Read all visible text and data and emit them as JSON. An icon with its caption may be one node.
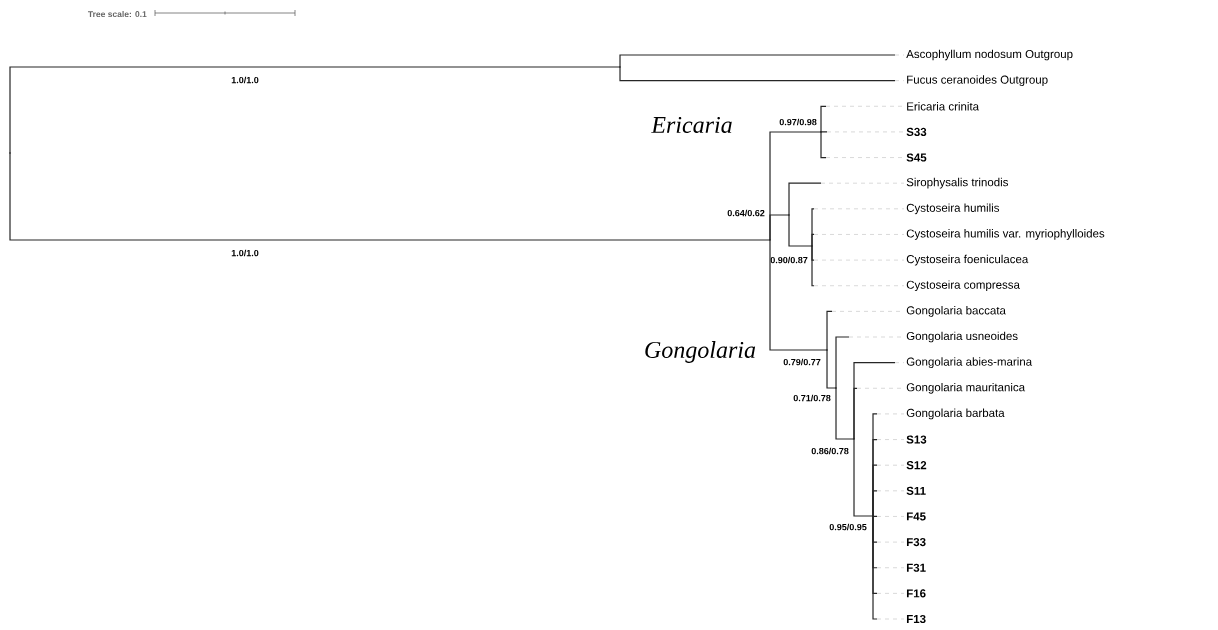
{
  "diagram": {
    "nodes": [
      {
        "text": [
          "Ascophyllum nodosum Outgroup"
        ]
      },
      {
        "text": [
          "Fucus ceranoides Outgroup"
        ]
      },
      {
        "text": [
          "Ericaria crinita"
        ]
      },
      {
        "text": [
          "S33"
        ]
      },
      {
        "text": [
          "S45"
        ]
      },
      {
        "text": [
          "Sirophysalis trinodis"
        ]
      },
      {
        "text": [
          "Cystoseira humilis"
        ]
      },
      {
        "text": [
          "Cystoseira humilis var. myriophylloides"
        ]
      },
      {
        "text": [
          "Cystoseira foeniculacea"
        ]
      },
      {
        "text": [
          "Cystoseira compressa"
        ]
      },
      {
        "text": [
          "Gongolaria baccata"
        ]
      },
      {
        "text": [
          "Gongolaria usneoides"
        ]
      },
      {
        "text": [
          "Gongolaria abies-marina"
        ]
      },
      {
        "text": [
          "Gongolaria mauritanica"
        ]
      },
      {
        "text": [
          "Gongolaria barbata"
        ]
      },
      {
        "text": [
          "S13"
        ]
      },
      {
        "text": [
          "S12"
        ]
      },
      {
        "text": [
          "S11"
        ]
      },
      {
        "text": [
          "F45"
        ]
      },
      {
        "text": [
          "F33"
        ]
      },
      {
        "text": [
          "F31"
        ]
      },
      {
        "text": [
          "F16"
        ]
      },
      {
        "text": [
          "F13"
        ]
      },
      {
        "text": [],
        "shape": "point"
      },
      {
        "text": [],
        "shape": "point"
      },
      {
        "text": [],
        "shape": "point"
      },
      {
        "text": [],
        "shape": "point",
        "beside": [
          "0.97/0.98"
        ]
      },
      {
        "text": [],
        "shape": "point",
        "beside": [
          "0.64/0.62"
        ]
      },
      {
        "text": [],
        "shape": "point",
        "beside": [
          "0.90/0.87"
        ]
      },
      {
        "text": [],
        "shape": "point",
        "beside": [
          "0.79/0.77"
        ]
      },
      {
        "text": [],
        "shape": "point",
        "beside": [
          "0.71/0.78"
        ]
      },
      {
        "text": [],
        "shape": "point",
        "beside": [
          "0.86/0.78"
        ]
      },
      {
        "text": [],
        "shape": "point",
        "beside": [
          "0.95/0.95"
        ]
      }
    ],
    "edges": [
      {
        "from": 23,
        "to": 24,
        "arrow": "none",
        "label": "1.0/1.0"
      },
      {
        "from": 23,
        "to": 25,
        "arrow": "none",
        "label": "1.0/1.0"
      },
      {
        "from": 24,
        "to": 0,
        "arrow": "none"
      },
      {
        "from": 24,
        "to": 1,
        "arrow": "none"
      },
      {
        "from": 25,
        "to": 26,
        "arrow": "none"
      },
      {
        "from": 25,
        "to": 27,
        "arrow": "none"
      },
      {
        "from": 25,
        "to": 29,
        "arrow": "none"
      },
      {
        "from": 26,
        "to": 2,
        "arrow": "none"
      },
      {
        "from": 26,
        "to": 3,
        "arrow": "none"
      },
      {
        "from": 26,
        "to": 4,
        "arrow": "none"
      },
      {
        "from": 27,
        "to": 5,
        "arrow": "none"
      },
      {
        "from": 27,
        "to": 28,
        "arrow": "none"
      },
      {
        "from": 28,
        "to": 6,
        "arrow": "none"
      },
      {
        "from": 28,
        "to": 7,
        "arrow": "none"
      },
      {
        "from": 28,
        "to": 8,
        "arrow": "none"
      },
      {
        "from": 28,
        "to": 9,
        "arrow": "none"
      },
      {
        "from": 29,
        "to": 10,
        "arrow": "none"
      },
      {
        "from": 29,
        "to": 30,
        "arrow": "none"
      },
      {
        "from": 30,
        "to": 11,
        "arrow": "none"
      },
      {
        "from": 30,
        "to": 31,
        "arrow": "none"
      },
      {
        "from": 31,
        "to": 12,
        "arrow": "none"
      },
      {
        "from": 31,
        "to": 13,
        "arrow": "none"
      },
      {
        "from": 31,
        "to": 32,
        "arrow": "none"
      },
      {
        "from": 32,
        "to": 14,
        "arrow": "none"
      },
      {
        "from": 32,
        "to": 15,
        "arrow": "none"
      },
      {
        "from": 32,
        "to": 16,
        "arrow": "none"
      },
      {
        "from": 32,
        "to": 17,
        "arrow": "none"
      },
      {
        "from": 32,
        "to": 18,
        "arrow": "none"
      },
      {
        "from": 32,
        "to": 19,
        "arrow": "none"
      },
      {
        "from": 32,
        "to": 20,
        "arrow": "none"
      },
      {
        "from": 32,
        "to": 21,
        "arrow": "none"
      },
      {
        "from": 32,
        "to": 22,
        "arrow": "none"
      }
    ],
    "labels": [
      "Tree scale: 0.1",
      "Ericaria",
      "Gongolaria"
    ]
  }
}
